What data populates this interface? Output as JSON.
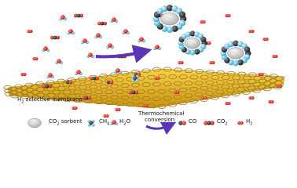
{
  "colors": {
    "membrane": "#e7b923",
    "membrane_dark": "#9b7410",
    "oxygen": "#e2281e",
    "carbon": "#3a3a3a",
    "hydrogen": "#8fd6ea",
    "sorbent": "#eeeeee",
    "arrow": "#5b34b8"
  },
  "membrane_label": {
    "main": "H",
    "sub": "2",
    "rest": " selective-membrane"
  },
  "legend": {
    "sorbent": {
      "main": "CO",
      "sub": "2",
      "rest": " sorbent"
    },
    "ch4": {
      "main": "CH",
      "sub": "4",
      "rest": ""
    },
    "h2o": {
      "main": "H",
      "sub": "2",
      "rest": "O"
    },
    "conversion_1": "Thermochemical",
    "conversion_2": "conversion",
    "co": {
      "main": "CO",
      "sub": "",
      "rest": ""
    },
    "co2": {
      "main": "CO",
      "sub": "2",
      "rest": ""
    },
    "h2": {
      "main": "H",
      "sub": "2",
      "rest": ""
    }
  },
  "icons": {
    "sorbent": "sorbent-particle-icon",
    "ch4": "methane-molecule-icon",
    "h2o": "water-molecule-icon",
    "arrow": "conversion-arrow-icon",
    "co": "carbon-monoxide-molecule-icon",
    "co2": "carbon-dioxide-molecule-icon",
    "h2": "hydrogen-molecule-icon"
  }
}
